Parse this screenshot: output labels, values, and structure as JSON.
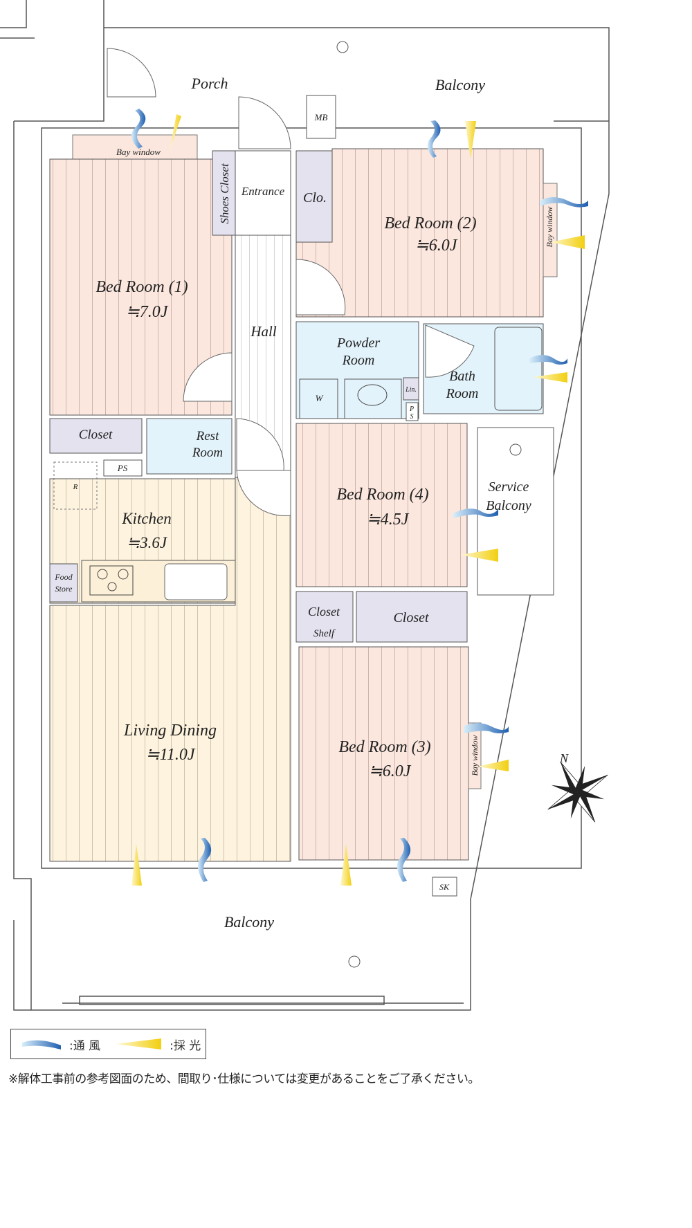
{
  "rooms": {
    "porch": "Porch",
    "balcony_top": "Balcony",
    "mb": "MB",
    "bay_window": "Bay window",
    "shoes_closet": "Shoes Closet",
    "entrance": "Entrance",
    "clo": "Clo.",
    "bed2": "Bed Room (2)",
    "bed2_size": "≒6.0J",
    "bed1": "Bed Room (1)",
    "bed1_size": "≒7.0J",
    "hall": "Hall",
    "powder1": "Powder",
    "powder2": "Room",
    "w": "W",
    "lin": "Lin.",
    "ps_small1": "P",
    "ps_small2": "S",
    "bath1": "Bath",
    "bath2": "Room",
    "closet1": "Closet",
    "rest1": "Rest",
    "rest2": "Room",
    "ps": "PS",
    "r": "R",
    "kitchen": "Kitchen",
    "kitchen_size": "≒3.6J",
    "food1": "Food",
    "food2": "Store",
    "bed4": "Bed Room (4)",
    "bed4_size": "≒4.5J",
    "service1": "Service",
    "service2": "Balcony",
    "closet_shelf": "Closet",
    "shelf": "Shelf",
    "closet2": "Closet",
    "ld": "Living Dining",
    "ld_size": "≒11.0J",
    "bed3": "Bed Room (3)",
    "bed3_size": "≒6.0J",
    "bay_window2": "Bay window",
    "bay_window3": "Bay window",
    "sk": "SK",
    "balcony_bottom": "Balcony",
    "north": "N"
  },
  "legend": {
    "wind": ":通 風",
    "light": ":採 光"
  },
  "colors": {
    "bedroom": "#fbe7de",
    "living": "#fdf3de",
    "wet": "#e3f3fb",
    "closet": "#e4e2ef",
    "wind": "#2f6fb8",
    "light": "#f3d41a"
  },
  "footnote": "※解体工事前の参考図面のため、間取り･仕様については変更があることをご了承ください。"
}
